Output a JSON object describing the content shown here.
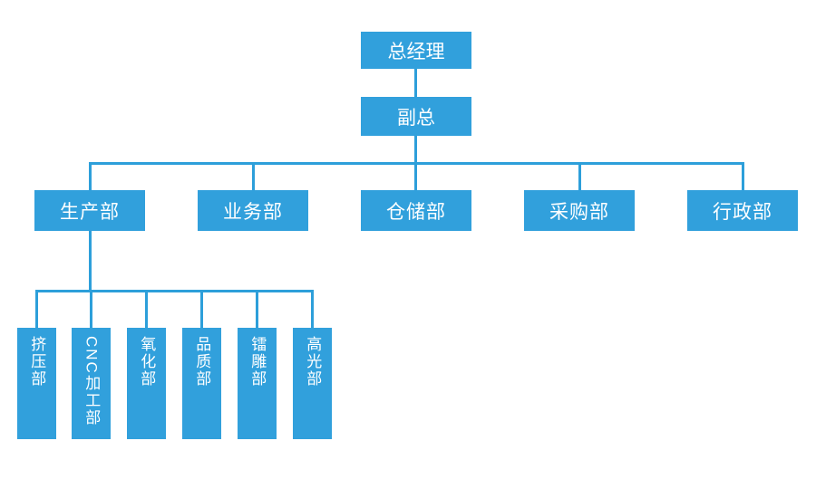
{
  "colors": {
    "box_fill": "#31a0dc",
    "connector_line": "#2d9fda",
    "box_text": "#ffffff",
    "background": "#ffffff"
  },
  "org": {
    "level1": {
      "label": "总经理"
    },
    "level2": {
      "label": "副总"
    },
    "level3": [
      {
        "label": "生产部"
      },
      {
        "label": "业务部"
      },
      {
        "label": "仓储部"
      },
      {
        "label": "采购部"
      },
      {
        "label": "行政部"
      }
    ],
    "level4": [
      {
        "label": "挤压部"
      },
      {
        "label": "CNC加工部"
      },
      {
        "label": "氧化部"
      },
      {
        "label": "品质部"
      },
      {
        "label": "镭雕部"
      },
      {
        "label": "高光部"
      }
    ]
  }
}
